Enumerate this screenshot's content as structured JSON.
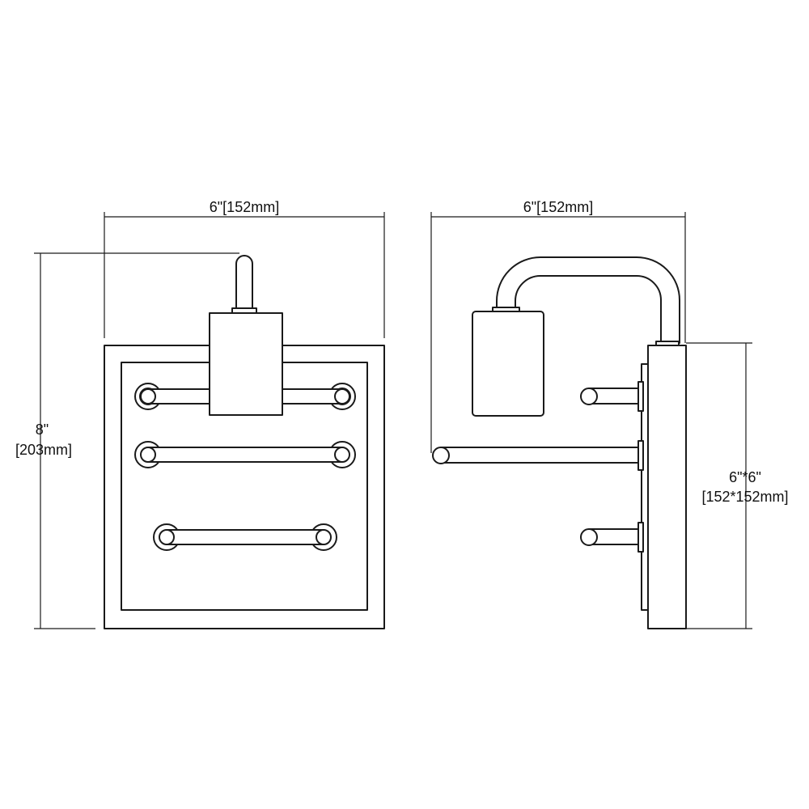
{
  "front_view": {
    "width_label": "6\"[152mm]",
    "height_label_line1": "8\"",
    "height_label_line2": "[203mm]"
  },
  "side_view": {
    "depth_label": "6\"[152mm]",
    "backplate_label_line1": "6\"*6\"",
    "backplate_label_line2": "[152*152mm]"
  },
  "colors": {
    "line": "#1a1a1a",
    "background": "#ffffff"
  }
}
